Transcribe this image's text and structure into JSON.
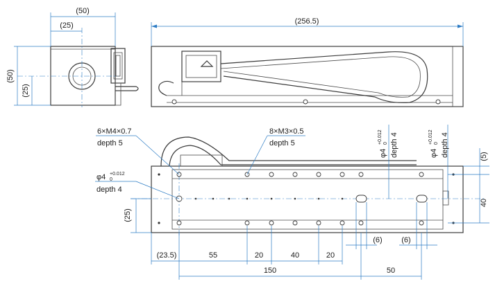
{
  "views": {
    "end_view": {
      "width_label": "(50)",
      "half_width_label": "(25)",
      "height_label": "(50)",
      "half_height_label": "(25)"
    },
    "side_view": {
      "length_label": "(256.5)"
    },
    "top_view": {
      "callout_m4_line1": "6×M4×0.7",
      "callout_m4_line2": "depth 5",
      "callout_m3_line1": "8×M3×0.5",
      "callout_m3_line2": "depth 5",
      "callout_pin_left_main": "φ4",
      "callout_pin_left_tol_upper": "+0.012",
      "callout_pin_left_tol_lower": "0",
      "callout_pin_left_depth": "depth 4",
      "callout_pin_v1_main": "φ4",
      "callout_pin_v1_tol_upper": "+0.012",
      "callout_pin_v1_tol_lower": "0",
      "callout_pin_v1_depth": "depth 4",
      "callout_pin_v2_main": "φ4",
      "callout_pin_v2_tol_upper": "+0.012",
      "callout_pin_v2_tol_lower": "0",
      "callout_pin_v2_depth": "depth 4",
      "dim_left_offset": "(25)",
      "dim_right_top": "(5)",
      "dim_right_width": "40",
      "dim_slot1": "(6)",
      "dim_slot2": "(6)",
      "dim_chain_1": "(23.5)",
      "dim_chain_2": "55",
      "dim_chain_3": "20",
      "dim_chain_4": "40",
      "dim_chain_5": "20",
      "dim_total_150": "150",
      "dim_total_50": "50"
    }
  }
}
